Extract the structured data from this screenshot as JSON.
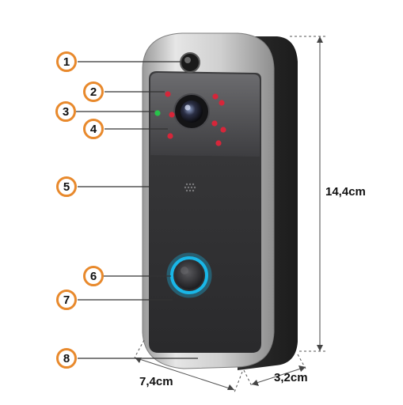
{
  "callouts": [
    {
      "number": "1"
    },
    {
      "number": "2"
    },
    {
      "number": "3"
    },
    {
      "number": "4"
    },
    {
      "number": "5"
    },
    {
      "number": "6"
    },
    {
      "number": "7"
    },
    {
      "number": "8"
    }
  ],
  "dimensions": {
    "height": "14,4cm",
    "width": "7,4cm",
    "depth": "3,2cm"
  },
  "colors": {
    "callout_ring": "#e8892c",
    "device_front": "#2f2f31",
    "device_frame": "#c8c8c8",
    "ring_light": "#19b7e8",
    "ir_led": "#d6263a",
    "status_led": "#28c24a"
  }
}
